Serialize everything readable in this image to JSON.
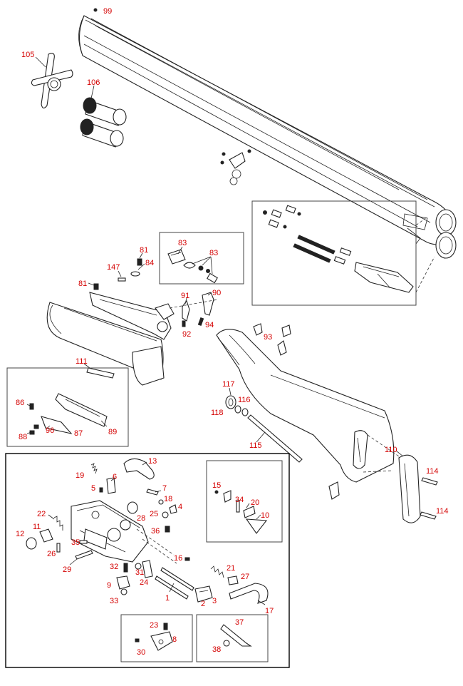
{
  "diagram": {
    "callouts": [
      {
        "id": "99",
        "label": "99"
      },
      {
        "id": "105",
        "label": "105"
      },
      {
        "id": "106",
        "label": "106"
      },
      {
        "id": "81a",
        "label": "81"
      },
      {
        "id": "84",
        "label": "84"
      },
      {
        "id": "147",
        "label": "147"
      },
      {
        "id": "81b",
        "label": "81"
      },
      {
        "id": "83a",
        "label": "83"
      },
      {
        "id": "83b",
        "label": "83"
      },
      {
        "id": "91",
        "label": "91"
      },
      {
        "id": "90",
        "label": "90"
      },
      {
        "id": "92",
        "label": "92"
      },
      {
        "id": "94",
        "label": "94"
      },
      {
        "id": "111",
        "label": "111"
      },
      {
        "id": "86",
        "label": "86"
      },
      {
        "id": "96",
        "label": "96"
      },
      {
        "id": "87",
        "label": "87"
      },
      {
        "id": "89",
        "label": "89"
      },
      {
        "id": "88",
        "label": "88"
      },
      {
        "id": "93",
        "label": "93"
      },
      {
        "id": "117",
        "label": "117"
      },
      {
        "id": "116",
        "label": "116"
      },
      {
        "id": "118",
        "label": "118"
      },
      {
        "id": "115",
        "label": "115"
      },
      {
        "id": "110",
        "label": "110"
      },
      {
        "id": "114a",
        "label": "114"
      },
      {
        "id": "114b",
        "label": "114"
      },
      {
        "id": "13",
        "label": "13"
      },
      {
        "id": "19",
        "label": "19"
      },
      {
        "id": "6",
        "label": "6"
      },
      {
        "id": "5",
        "label": "5"
      },
      {
        "id": "7",
        "label": "7"
      },
      {
        "id": "18",
        "label": "18"
      },
      {
        "id": "4",
        "label": "4"
      },
      {
        "id": "25",
        "label": "25"
      },
      {
        "id": "28",
        "label": "28"
      },
      {
        "id": "22",
        "label": "22"
      },
      {
        "id": "11",
        "label": "11"
      },
      {
        "id": "12",
        "label": "12"
      },
      {
        "id": "35",
        "label": "35"
      },
      {
        "id": "26",
        "label": "26"
      },
      {
        "id": "36",
        "label": "36"
      },
      {
        "id": "29",
        "label": "29"
      },
      {
        "id": "16",
        "label": "16"
      },
      {
        "id": "32",
        "label": "32"
      },
      {
        "id": "31",
        "label": "31"
      },
      {
        "id": "24",
        "label": "24"
      },
      {
        "id": "9",
        "label": "9"
      },
      {
        "id": "33",
        "label": "33"
      },
      {
        "id": "21",
        "label": "21"
      },
      {
        "id": "27",
        "label": "27"
      },
      {
        "id": "1",
        "label": "1"
      },
      {
        "id": "2",
        "label": "2"
      },
      {
        "id": "3",
        "label": "3"
      },
      {
        "id": "17",
        "label": "17"
      },
      {
        "id": "15",
        "label": "15"
      },
      {
        "id": "34",
        "label": "34"
      },
      {
        "id": "20",
        "label": "20"
      },
      {
        "id": "10",
        "label": "10"
      },
      {
        "id": "23",
        "label": "23"
      },
      {
        "id": "8",
        "label": "8"
      },
      {
        "id": "30",
        "label": "30"
      },
      {
        "id": "37",
        "label": "37"
      },
      {
        "id": "38",
        "label": "38"
      }
    ]
  }
}
